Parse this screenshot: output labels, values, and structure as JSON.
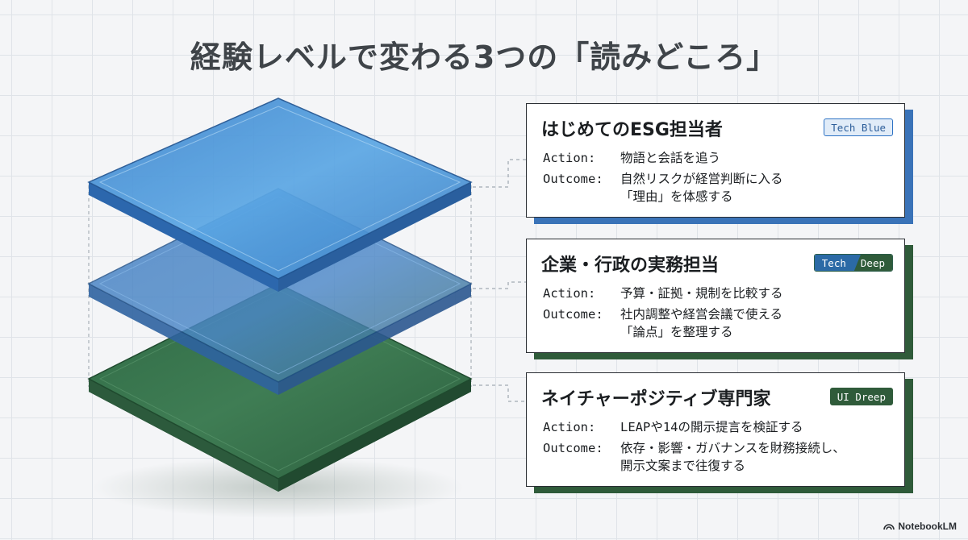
{
  "title": "経験レベルで変わる3つの「読みどころ」",
  "colors": {
    "blue_accent": "#3a73b8",
    "green_accent": "#2f5b3a"
  },
  "cards": [
    {
      "title": "はじめてのESG担当者",
      "tag": "Tech Blue",
      "action_key": "Action:",
      "action": "物語と会話を追う",
      "outcome_key": "Outcome:",
      "outcome": "自然リスクが経営判断に入る\n「理由」を体感する"
    },
    {
      "title": "企業・行政の実務担当",
      "tag_a": "Tech",
      "tag_b": "Deep",
      "action_key": "Action:",
      "action": "予算・証拠・規制を比較する",
      "outcome_key": "Outcome:",
      "outcome": "社内調整や経営会議で使える\n「論点」を整理する"
    },
    {
      "title": "ネイチャーポジティブ専門家",
      "tag": "UI Dreep",
      "action_key": "Action:",
      "action": "LEAPや14の開示提言を検証する",
      "outcome_key": "Outcome:",
      "outcome": "依存・影響・ガバナンスを財務接続し、\n開示文案まで往復する"
    }
  ],
  "layers": [
    "top-blue-layer",
    "middle-layer",
    "bottom-green-layer"
  ],
  "logo": "NotebookLM"
}
